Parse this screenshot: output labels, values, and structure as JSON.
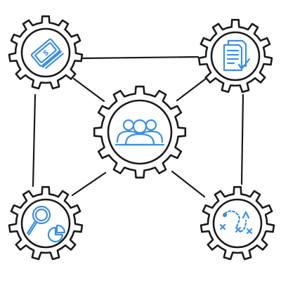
{
  "diagram": {
    "colors": {
      "outline": "#1a1a1a",
      "accent": "#3d8fe0",
      "background": "#ffffff"
    },
    "nodes": [
      {
        "id": "center",
        "icon": "team-people-icon"
      },
      {
        "id": "top-left",
        "icon": "money-bills-icon"
      },
      {
        "id": "top-right",
        "icon": "documents-checklist-icon"
      },
      {
        "id": "bottom-left",
        "icon": "search-analytics-icon"
      },
      {
        "id": "bottom-right",
        "icon": "strategy-play-icon"
      }
    ],
    "edges": [
      [
        "top-left",
        "top-right"
      ],
      [
        "top-left",
        "bottom-left"
      ],
      [
        "top-right",
        "bottom-right"
      ],
      [
        "top-left",
        "center"
      ],
      [
        "top-right",
        "center"
      ],
      [
        "bottom-left",
        "center"
      ],
      [
        "bottom-right",
        "center"
      ]
    ]
  }
}
